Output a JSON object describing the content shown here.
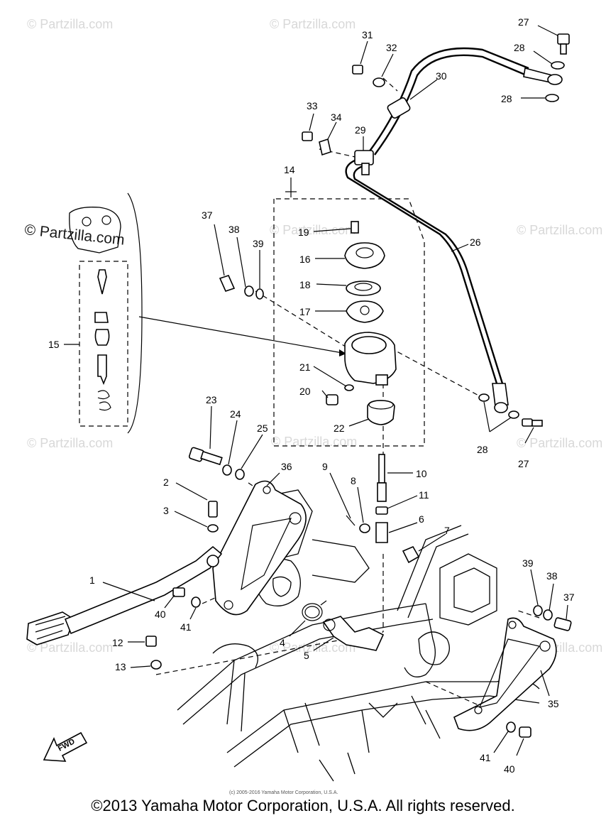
{
  "watermarks": {
    "site": "© Partzilla.com",
    "center": "© Partzilla.com",
    "center_bottom": "© Partzilla.com"
  },
  "diagram": {
    "direction_label": "FWD",
    "small_copyright": "(c) 2005-2016 Yamaha Motor Corporation, U.S.A.",
    "callouts": [
      "1",
      "2",
      "3",
      "4",
      "5",
      "6",
      "7",
      "8",
      "9",
      "10",
      "11",
      "12",
      "13",
      "14",
      "15",
      "16",
      "17",
      "18",
      "19",
      "20",
      "21",
      "22",
      "23",
      "24",
      "25",
      "26",
      "27",
      "27",
      "28",
      "28",
      "28",
      "29",
      "30",
      "31",
      "32",
      "33",
      "34",
      "35",
      "36",
      "37",
      "37",
      "38",
      "38",
      "39",
      "39",
      "40",
      "40",
      "41",
      "41"
    ]
  },
  "footer": {
    "copyright": "©2013 Yamaha Motor Corporation, U.S.A. All rights reserved."
  }
}
